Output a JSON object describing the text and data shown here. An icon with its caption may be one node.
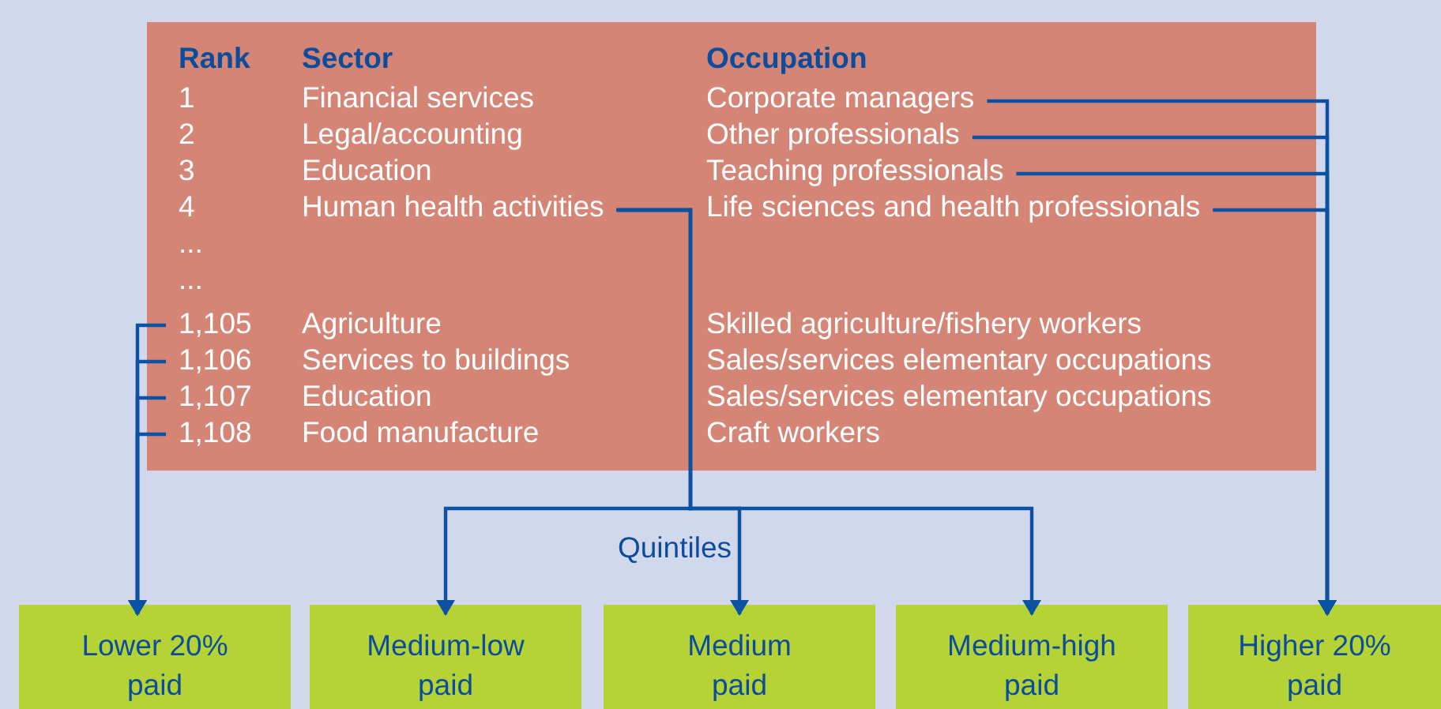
{
  "diagram": {
    "nodes": [
      {
        "text": [],
        "shape": "box"
      },
      {
        "text": [
          "Corporate managers"
        ],
        "in": 0
      },
      {
        "text": [
          "Other professionals"
        ],
        "in": 0
      },
      {
        "text": [
          "Teaching professionals"
        ],
        "in": 0
      },
      {
        "text": [
          "Human health activities"
        ],
        "in": 0
      },
      {
        "text": [
          "Life sciences and health professionals"
        ],
        "in": 0
      },
      {
        "text": [
          "1,105"
        ],
        "in": 0
      },
      {
        "text": [
          "1,106"
        ],
        "in": 0
      },
      {
        "text": [
          "1,107"
        ],
        "in": 0
      },
      {
        "text": [
          "1,108"
        ],
        "in": 0
      },
      {
        "text": [
          "Lower 20% paid"
        ]
      },
      {
        "text": [
          "Medium-low paid"
        ]
      },
      {
        "text": [
          "Medium paid"
        ]
      },
      {
        "text": [
          "Medium-high paid"
        ]
      },
      {
        "text": [
          "Higher 20% paid"
        ]
      }
    ],
    "edges": [
      {
        "from": 1,
        "to": 14,
        "arrow": "to"
      },
      {
        "from": 2,
        "to": 14,
        "arrow": "to"
      },
      {
        "from": 3,
        "to": 14,
        "arrow": "to"
      },
      {
        "from": 5,
        "to": 14,
        "arrow": "to"
      },
      {
        "from": 6,
        "to": 10,
        "arrow": "to"
      },
      {
        "from": 7,
        "to": 10,
        "arrow": "to"
      },
      {
        "from": 8,
        "to": 10,
        "arrow": "to"
      },
      {
        "from": 9,
        "to": 10,
        "arrow": "to"
      },
      {
        "from": 4,
        "to": 11,
        "arrow": "to"
      },
      {
        "from": 4,
        "to": 12,
        "arrow": "to"
      },
      {
        "from": 4,
        "to": 13,
        "arrow": "to"
      }
    ],
    "labels": [
      "Rank",
      "Sector",
      "Occupation",
      "1",
      "Financial services",
      "2",
      "Legal/accounting",
      "3",
      "Education",
      "4",
      "...",
      "...",
      "Agriculture",
      "Skilled agriculture/fishery workers",
      "Services to buildings",
      "Sales/services elementary occupations",
      "Education",
      "Sales/services elementary occupations",
      "Food manufacture",
      "Craft workers",
      "Quintiles"
    ]
  }
}
